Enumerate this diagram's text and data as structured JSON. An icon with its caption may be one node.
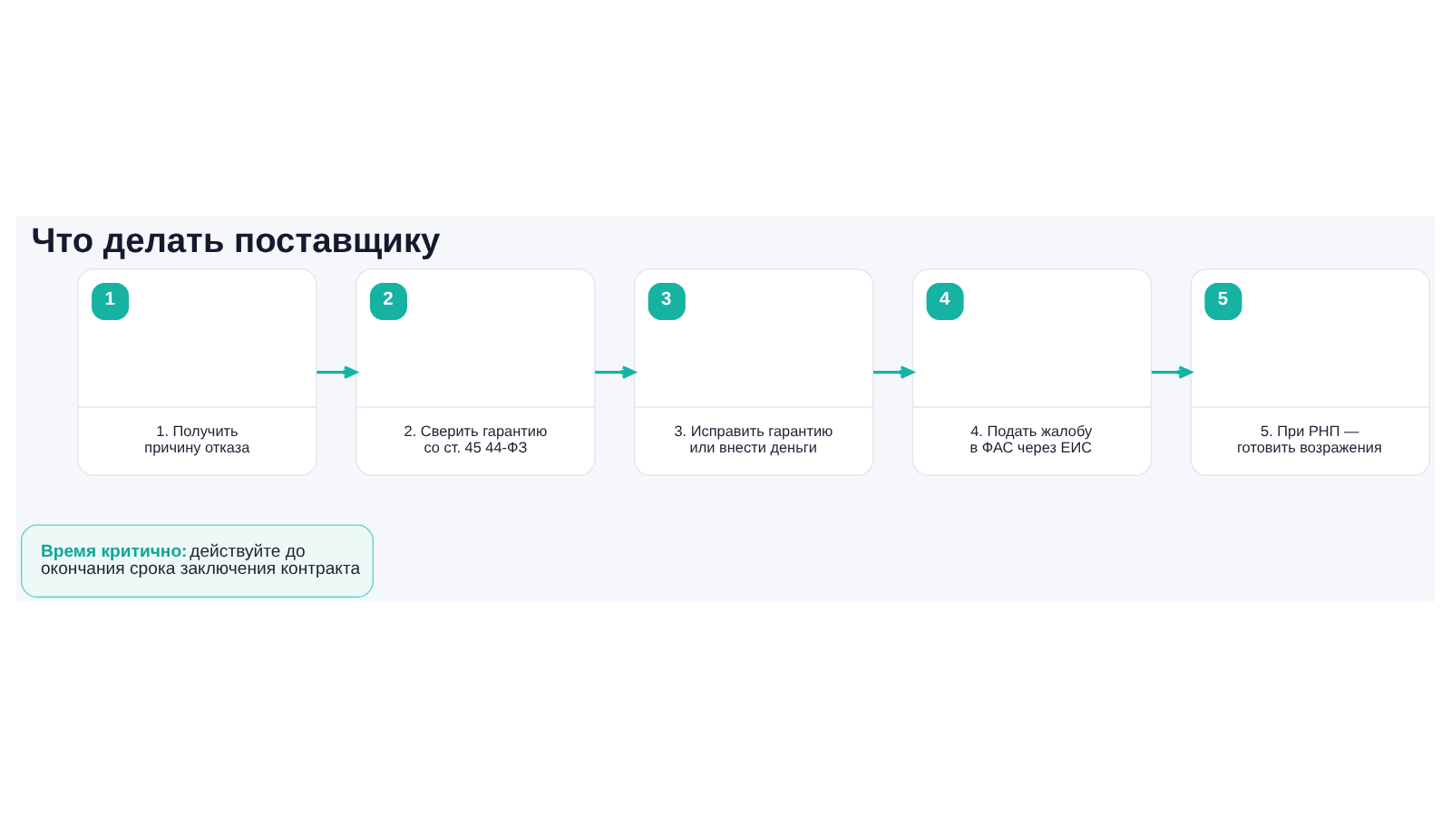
{
  "diagram": {
    "title": "Что делать поставщику",
    "nodes": [
      {
        "text": [
          "1",
          "1. Получить причину отказа"
        ]
      },
      {
        "text": [
          "2",
          "2. Сверить гарантию со ст. 45 44-ФЗ"
        ]
      },
      {
        "text": [
          "3",
          "3. Исправить гарантию или внести деньги"
        ]
      },
      {
        "text": [
          "4",
          "4. Подать жалобу в ФАС через ЕИС"
        ]
      },
      {
        "text": [
          "5",
          "5. При РНП — готовить возражения"
        ]
      },
      {
        "text": [
          "Время критично:",
          "действуйте до окончания срока заключения контракта"
        ]
      }
    ],
    "edges": [
      {
        "from": 0,
        "to": 1,
        "arrow": "to"
      },
      {
        "from": 1,
        "to": 2,
        "arrow": "to"
      },
      {
        "from": 2,
        "to": 3,
        "arrow": "to"
      },
      {
        "from": 3,
        "to": 4,
        "arrow": "to"
      }
    ]
  }
}
